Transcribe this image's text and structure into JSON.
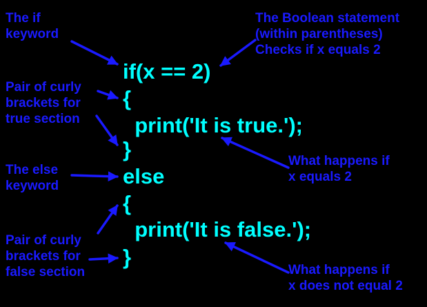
{
  "colors": {
    "background": "#000000",
    "code": "#00ffff",
    "annotation": "#1a1aff"
  },
  "code_lines": [
    "if(x == 2)",
    "{",
    "  print('It is true.');",
    "}",
    "else",
    "{",
    "  print('It is false.');",
    "}"
  ],
  "annotations": {
    "if_keyword": [
      "The if",
      "keyword"
    ],
    "boolean_statement": [
      "The Boolean statement",
      "(within parentheses)",
      "Checks if x equals 2"
    ],
    "true_brackets": [
      "Pair of curly",
      "brackets for",
      "true section"
    ],
    "true_action": [
      "What happens if",
      "x equals 2"
    ],
    "else_keyword": [
      "The else",
      "keyword"
    ],
    "false_brackets": [
      "Pair of curly",
      "brackets for",
      "false section"
    ],
    "false_action": [
      "What happens if",
      "x does not equal 2"
    ]
  }
}
